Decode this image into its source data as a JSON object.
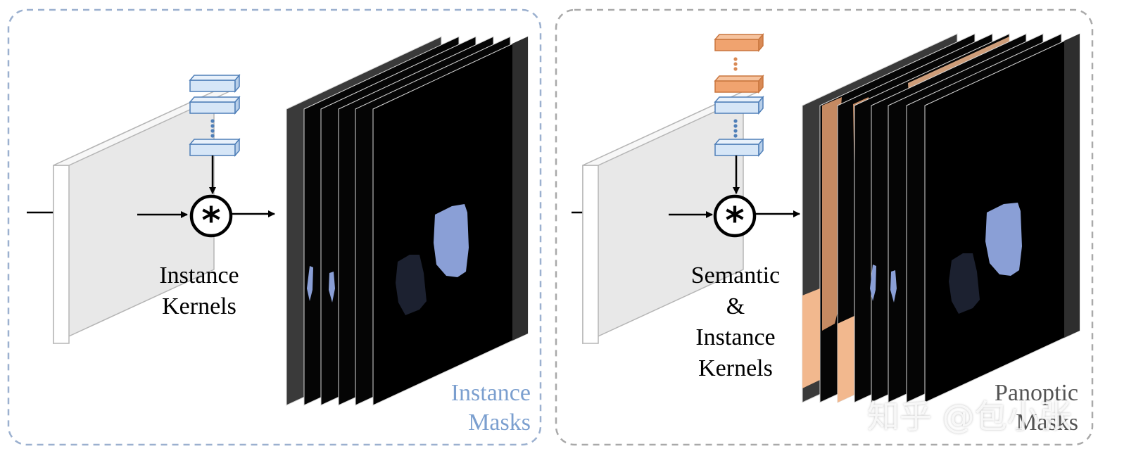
{
  "panels": [
    {
      "id": "instance",
      "kernel_label_lines": [
        "Instance",
        "Kernels"
      ],
      "mask_label_lines": [
        "Instance",
        "Masks"
      ],
      "mask_label_color": "#7b9fcf",
      "border_color": "#9bb0cf"
    },
    {
      "id": "panoptic",
      "kernel_label_lines": [
        "Semantic",
        "&",
        "Instance",
        "Kernels"
      ],
      "mask_label_lines": [
        "Panoptic",
        "Masks"
      ],
      "mask_label_color": "#555555",
      "border_color": "#a9a9a9"
    }
  ],
  "operator_symbol": "*",
  "watermark": "知乎 @包小张",
  "colors": {
    "instance_kernel": "#d6e6f7",
    "instance_kernel_stroke": "#4f7fb8",
    "semantic_kernel": "#f0a36f",
    "semantic_kernel_stroke": "#c9763f",
    "feature_map": "#e8e8e8",
    "mask_bg": "#000000",
    "instance_region": "#8a9fd6",
    "semantic_region": "#f2b88e"
  }
}
